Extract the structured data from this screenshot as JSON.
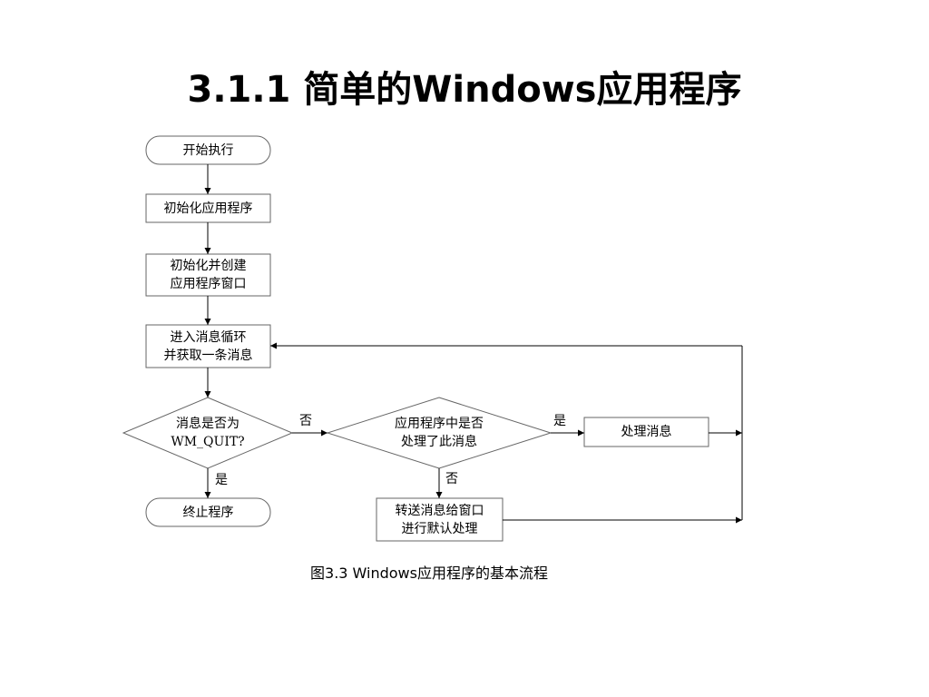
{
  "title": "3.1.1 简单的Windows应用程序",
  "nodes": {
    "start": "开始执行",
    "init_app": "初始化应用程序",
    "init_window": "初始化并创建\n应用程序窗口",
    "message_loop": "进入消息循环\n并获取一条消息",
    "is_quit": "消息是否为\nWM_QUIT?",
    "app_handles": "应用程序中是否\n处理了此消息",
    "process_msg": "处理消息",
    "terminate": "终止程序",
    "forward_default": "转送消息给窗口\n进行默认处理"
  },
  "edge_labels": {
    "quit_no": "否",
    "quit_yes": "是",
    "handled_yes": "是",
    "handled_no": "否"
  },
  "caption": "图3.3  Windows应用程序的基本流程"
}
